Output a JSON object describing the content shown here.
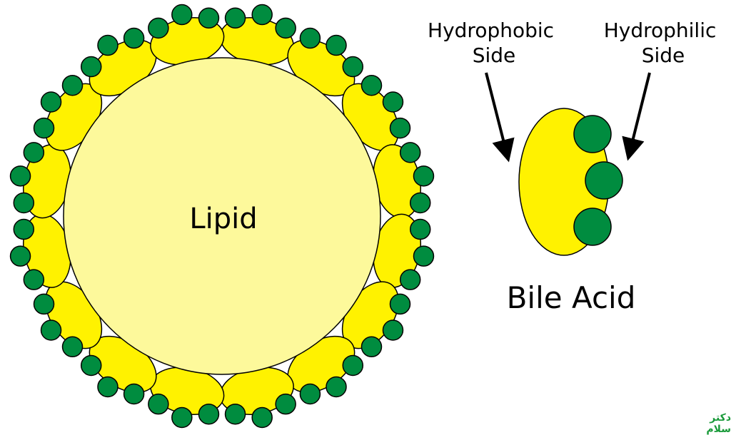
{
  "labels": {
    "lipid": "Lipid",
    "hydrophobic_line1": "Hydrophobic",
    "hydrophobic_line2": "Side",
    "hydrophilic_line1": "Hydrophilic",
    "hydrophilic_line2": "Side",
    "bile_acid": "Bile Acid"
  },
  "micelle": {
    "bile_acid_count": 16
  },
  "colors": {
    "lipid": "#fdf99b",
    "hydrophobic": "#fff200",
    "hydrophilic": "#008c3f",
    "stroke": "#000000"
  },
  "watermark": "دکتر سلام"
}
